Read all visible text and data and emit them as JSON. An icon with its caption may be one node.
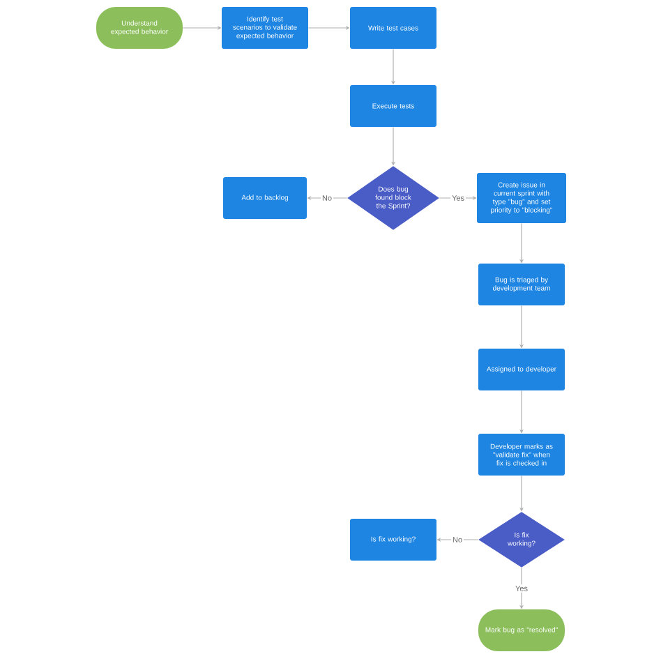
{
  "diagram": {
    "nodes": [
      {
        "text": [
          "Understand expected behavior"
        ]
      },
      {
        "text": [
          "Identify test scenarios to validate expected behavior"
        ]
      },
      {
        "text": [
          "Write test cases"
        ]
      },
      {
        "text": [
          "Execute tests"
        ]
      },
      {
        "text": [
          "Does bug found block the Sprint?"
        ]
      },
      {
        "text": [
          "Add to backlog"
        ]
      },
      {
        "text": [
          "Create issue in current sprint with type \"bug\" and set priority to \"blocking\""
        ]
      },
      {
        "text": [
          "Bug is triaged by development team"
        ]
      },
      {
        "text": [
          "Assigned to developer"
        ]
      },
      {
        "text": [
          "Developer marks as \"validate fix\" when fix is checked in"
        ]
      },
      {
        "text": [
          "Is fix working?"
        ]
      },
      {
        "text": [
          "Is fix working?"
        ]
      },
      {
        "text": [
          "Mark bug as \"resolved\""
        ]
      }
    ],
    "edges": [
      {
        "from": 0,
        "to": 1,
        "arrow": "to"
      },
      {
        "from": 1,
        "to": 2,
        "arrow": "to"
      },
      {
        "from": 2,
        "to": 3,
        "arrow": "to"
      },
      {
        "from": 3,
        "to": 4,
        "arrow": "to"
      },
      {
        "from": 4,
        "to": 5,
        "arrow": "to",
        "label": "No"
      },
      {
        "from": 4,
        "to": 6,
        "arrow": "to",
        "label": "Yes"
      },
      {
        "from": 6,
        "to": 7,
        "arrow": "to"
      },
      {
        "from": 7,
        "to": 8,
        "arrow": "to"
      },
      {
        "from": 8,
        "to": 9,
        "arrow": "to"
      },
      {
        "from": 9,
        "to": 10,
        "arrow": "to"
      },
      {
        "from": 10,
        "to": 11,
        "arrow": "to",
        "label": "No"
      },
      {
        "from": 10,
        "to": 12,
        "arrow": "to",
        "label": "Yes"
      }
    ]
  }
}
